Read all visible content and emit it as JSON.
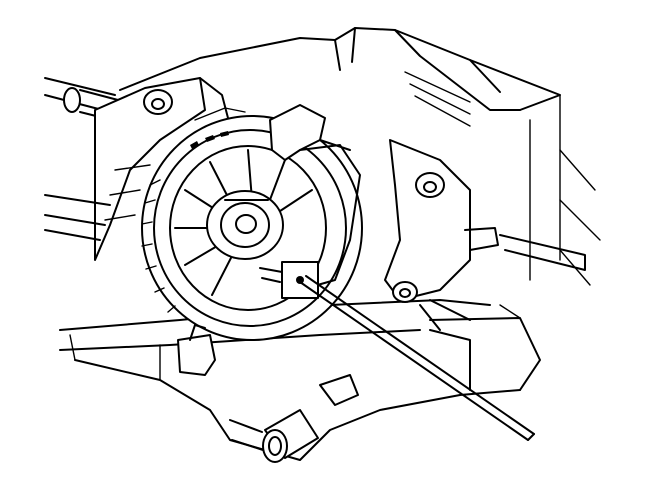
{
  "figure": {
    "colors": {
      "stroke": "#000000",
      "background": "#ffffff"
    },
    "parts": [
      "blower-housing",
      "blower-motor-wheel",
      "motor-hub",
      "retainer-tab",
      "screwdriver-tool",
      "mounting-ears",
      "outlet-tube"
    ]
  }
}
